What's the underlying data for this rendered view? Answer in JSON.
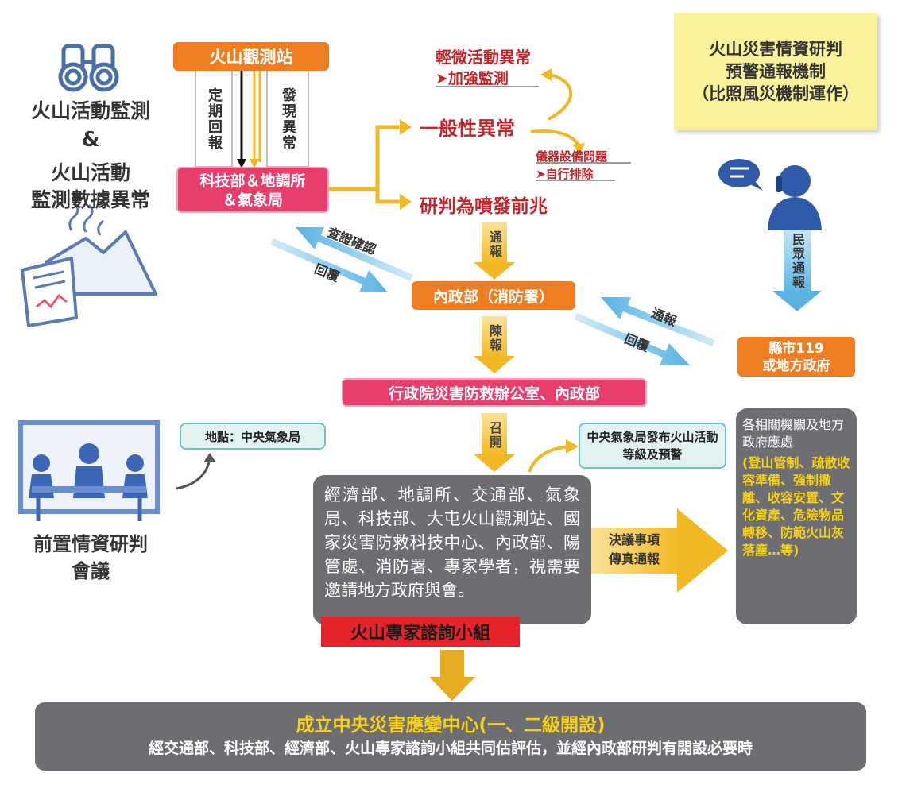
{
  "left_panel": {
    "title_line1": "火山活動監測",
    "amp": "&",
    "title_line2": "火山活動",
    "title_line3": "監測數據異常",
    "meeting_line1": "前置情資研判",
    "meeting_line2": "會議",
    "binoculars_icon": "binoculars-icon",
    "volcano_icon": "volcano-icon",
    "meeting_icon": "meeting-icon"
  },
  "station": "火山觀測站",
  "report_regular": "定期回報",
  "report_found": "發現異常",
  "agencies_line1": "科技部＆地調所",
  "agencies_line2": "＆氣象局",
  "minor_anomaly": "輕微活動異常",
  "minor_action": "➤加強監測",
  "general_anomaly": "一般性異常",
  "equipment_issue": "儀器設備問題",
  "equipment_action": "➤自行排除",
  "precursor": "研判為噴發前兆",
  "notify_down": "通報",
  "verify_label": "查證確認",
  "reply_label_left": "回覆",
  "moi": "內政部（消防署）",
  "report_up": "陳報",
  "notify_right": "通報",
  "reply_label_right": "回覆",
  "county": {
    "line1": "縣市119",
    "line2": "或地方政府"
  },
  "public_report": "民眾通報",
  "executive": "行政院災害防救辦公室、內政部",
  "convene": "召開",
  "location": "地點：中央氣象局",
  "cwb_publish": "中央氣象局發布火山活動等級及預警",
  "expert_members": "經濟部、地調所、交通部、氣象局、科技部、大屯火山觀測站、國家災害防救科技中心、內政部、陽管處、消防署、專家學者，視需要邀請地方政府與會。",
  "expert_group": "火山專家諮詢小組",
  "resolution_line1": "決議事項",
  "resolution_line2": "傳真通報",
  "response_title": "各相關機關及地方政府應處",
  "response_items": "(登山管制、疏散收容準備、強制撤離、收容安置、文化資產、危險物品轉移、防範火山灰落塵…等)",
  "note": {
    "line1": "火山災害情資研判",
    "line2": "預警通報機制",
    "line3": "（比照風災機制運作）"
  },
  "center_title": "成立中央災害應變中心(一、二級開設)",
  "center_desc": "經交通部、科技部、經濟部、火山專家諮詢小組共同估評估，並經內政部研判有開設必要時",
  "person_icon": "person-phone-icon",
  "colors": {
    "orange": "#ef7d22",
    "pink": "#e83e6c",
    "gold": "#f2b824",
    "blue": "#5fb7e5",
    "gray": "#6d6e71",
    "yellow_text": "#f7d117",
    "red": "#c0272d"
  }
}
